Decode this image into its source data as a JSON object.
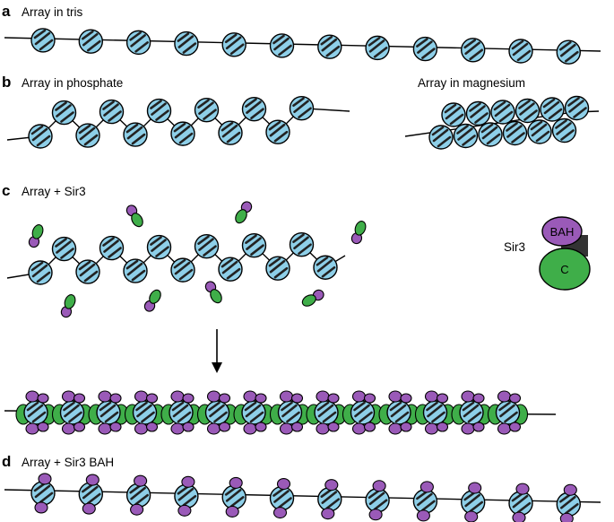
{
  "panels": [
    {
      "letter": "a",
      "caption": "Array in tris"
    },
    {
      "letter": "b",
      "caption": "Array in phosphate",
      "caption_right": "Array in magnesium"
    },
    {
      "letter": "c",
      "caption": "Array + Sir3"
    },
    {
      "letter": "d",
      "caption": "Array + Sir3 BAH"
    }
  ],
  "legend": {
    "protein": "Sir3",
    "domain_top": "BAH",
    "domain_bottom": "C"
  },
  "colors": {
    "nucleosome": "#8ecfe8",
    "bah_domain": "#9a5ab8",
    "c_domain": "#3fae49",
    "outline": "#000000"
  }
}
